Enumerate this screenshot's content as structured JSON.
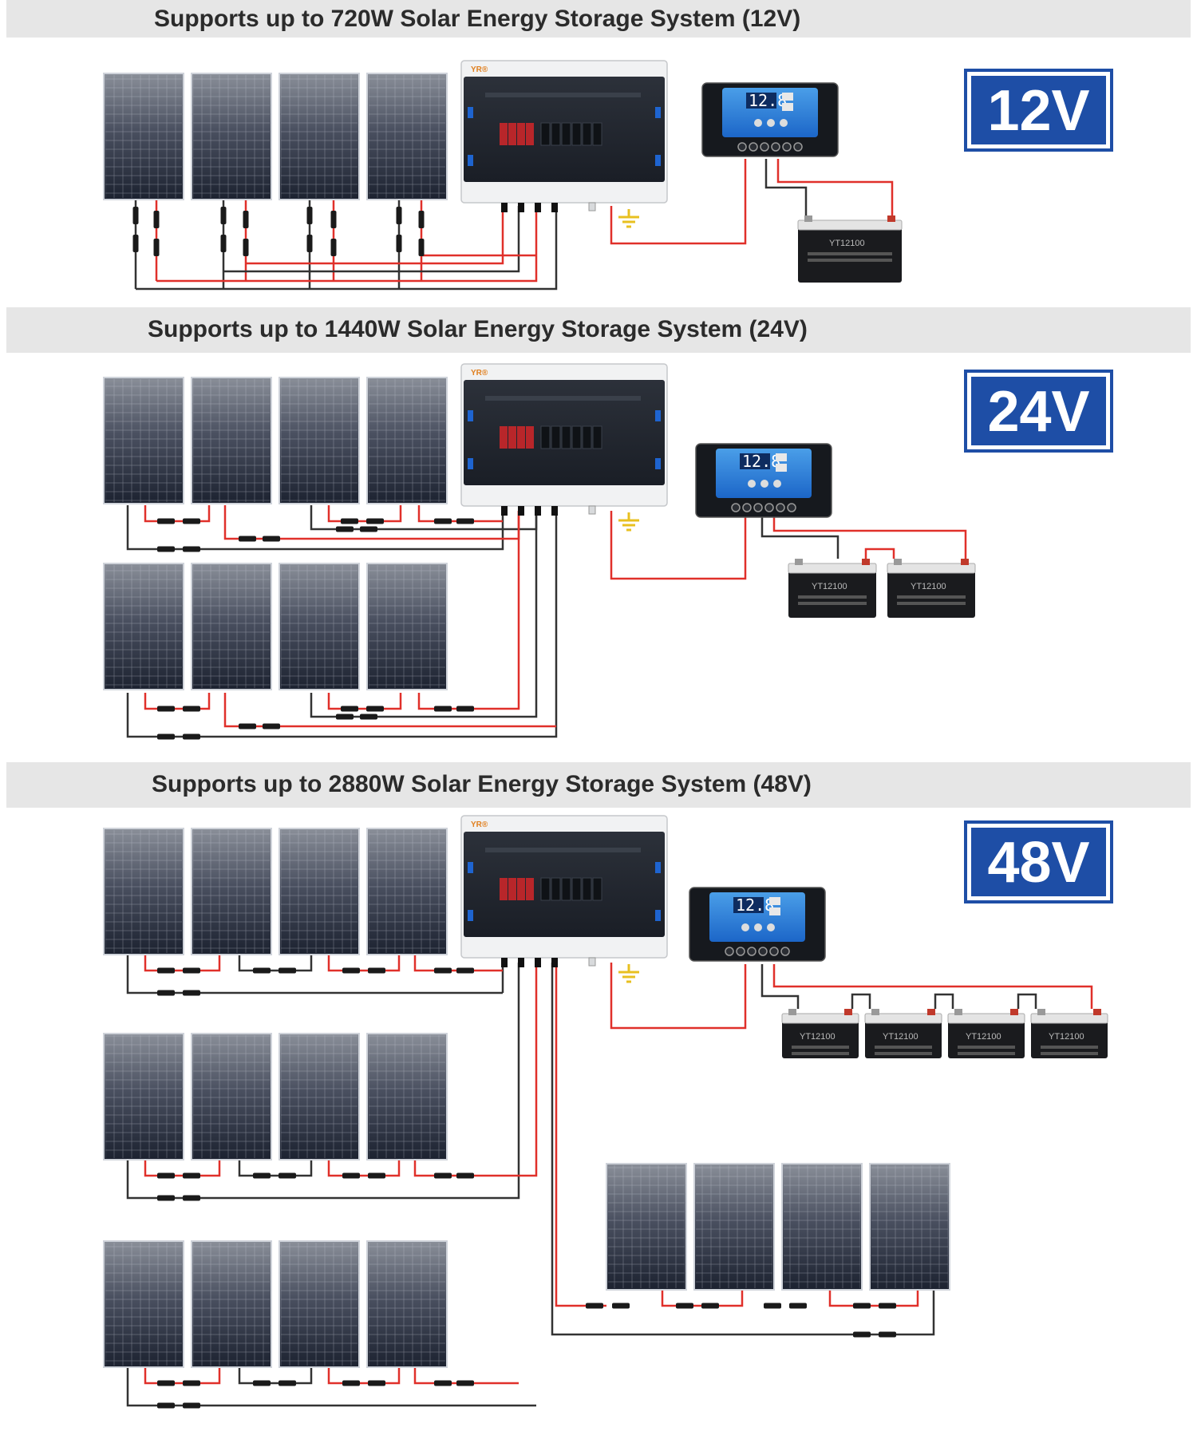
{
  "sections": [
    {
      "title": "Supports up to 720W Solar Energy Storage System (12V)",
      "badge": "12V"
    },
    {
      "title": "Supports up to 1440W Solar Energy Storage System (24V)",
      "badge": "24V"
    },
    {
      "title": "Supports up to 2880W Solar Energy Storage System (48V)",
      "badge": "48V"
    }
  ],
  "combiner_box": {
    "brand": "YR®"
  },
  "controller": {
    "display": "12.8"
  },
  "battery": {
    "label": "YT12100"
  },
  "colors": {
    "header_bg": "#e6e6e6",
    "badge_blue": "#1e4ea6",
    "wire_red": "#e0302a",
    "wire_black": "#333333",
    "panel_dark": "#2a3040",
    "ground": "#e8c020"
  }
}
